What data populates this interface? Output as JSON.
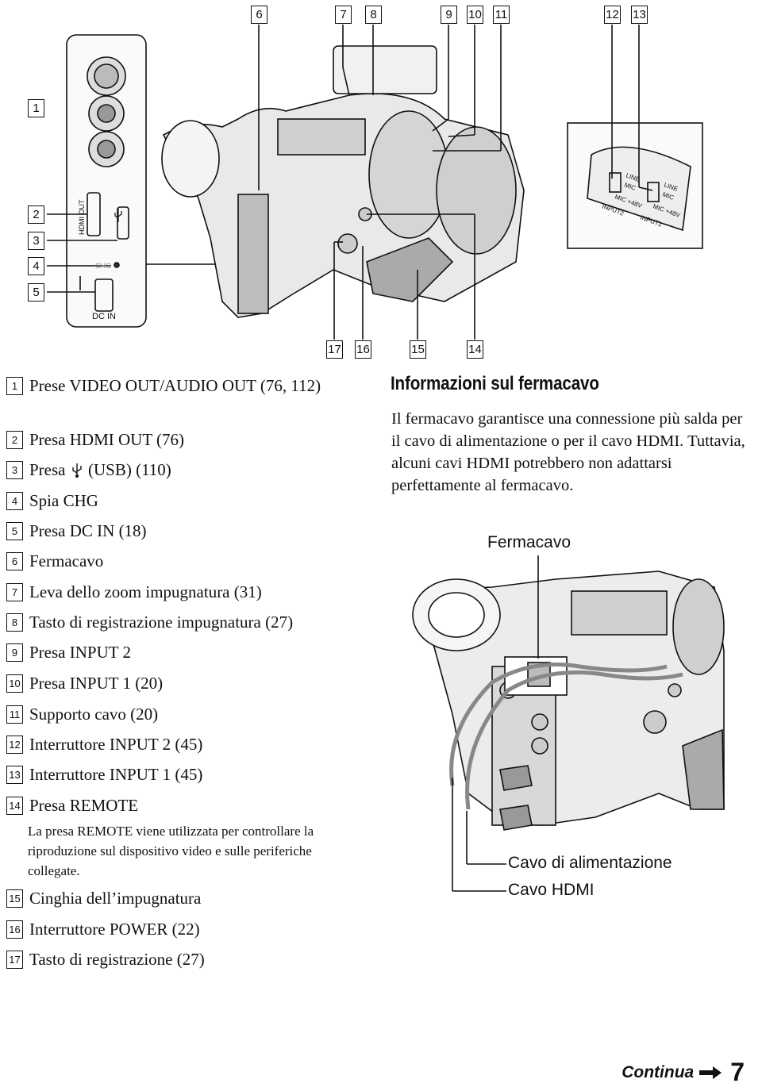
{
  "callouts_top": [
    "6",
    "7",
    "8",
    "9",
    "10",
    "11",
    "12",
    "13"
  ],
  "callouts_left": [
    "1",
    "2",
    "3",
    "4",
    "5"
  ],
  "callouts_bottom": [
    "17",
    "16",
    "15",
    "14"
  ],
  "panel_labels": {
    "hdmi_out": "HDMI OUT",
    "chg": "CHG",
    "dc_in": "DC IN",
    "line": "LINE",
    "mic": "MIC",
    "mic48": "MIC +48V",
    "input2": "INPUT2",
    "input1": "INPUT1"
  },
  "legend": [
    {
      "num": "1",
      "text": "Prese VIDEO OUT/AUDIO OUT (76, 112)"
    },
    {
      "num": "2",
      "text": "Presa HDMI OUT (76)"
    },
    {
      "num": "3",
      "text_before": "Presa ",
      "text_after": " (USB) (110)"
    },
    {
      "num": "4",
      "text": "Spia CHG"
    },
    {
      "num": "5",
      "text": "Presa DC IN (18)"
    },
    {
      "num": "6",
      "text": "Fermacavo"
    },
    {
      "num": "7",
      "text": "Leva dello zoom impugnatura (31)"
    },
    {
      "num": "8",
      "text": "Tasto di registrazione impugnatura (27)"
    },
    {
      "num": "9",
      "text": "Presa INPUT 2"
    },
    {
      "num": "10",
      "text": "Presa INPUT 1 (20)"
    },
    {
      "num": "11",
      "text": "Supporto cavo (20)"
    },
    {
      "num": "12",
      "text": "Interruttore INPUT 2 (45)"
    },
    {
      "num": "13",
      "text": "Interruttore INPUT 1 (45)"
    },
    {
      "num": "14",
      "text": "Presa REMOTE",
      "sub": "La presa REMOTE viene utilizzata per controllare la riproduzione sul dispositivo video e sulle periferiche collegate."
    },
    {
      "num": "15",
      "text": "Cinghia dell’impugnatura"
    },
    {
      "num": "16",
      "text": "Interruttore POWER (22)"
    },
    {
      "num": "17",
      "text": "Tasto di registrazione (27)"
    }
  ],
  "info": {
    "title": "Informazioni sul fermacavo",
    "body": "Il fermacavo garantisce una connessione più salda per il cavo di alimentazione o per il cavo HDMI. Tuttavia, alcuni cavi HDMI potrebbero non adattarsi perfettamente al fermacavo."
  },
  "figure_labels": {
    "fermacavo": "Fermacavo",
    "cavo_alimentazione": "Cavo di alimentazione",
    "cavo_hdmi": "Cavo HDMI"
  },
  "footer": {
    "continua": "Continua",
    "page": "7"
  }
}
